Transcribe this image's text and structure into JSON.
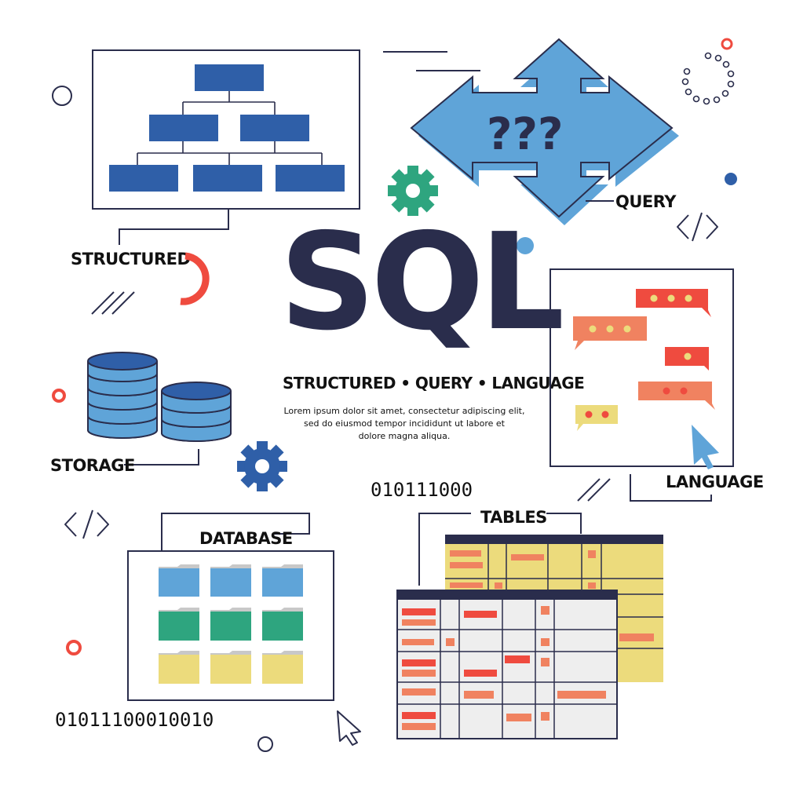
{
  "colors": {
    "navy": "#2a2d4c",
    "blue": "#2f5fa8",
    "light_blue": "#5fa4d8",
    "green": "#2ea57f",
    "red": "#ef4b3f",
    "orange": "#f08260",
    "yellow": "#ecdb7c"
  },
  "title": "SQL",
  "subtitle": "STRUCTURED • QUERY • LANGUAGE",
  "description": [
    "Lorem ipsum dolor sit amet, consectetur adipiscing elit,",
    "sed do eiusmod tempor incididunt ut labore et",
    "dolore magna aliqua."
  ],
  "labels": {
    "structured": "STRUCTURED",
    "query": "QUERY",
    "storage": "STORAGE",
    "language": "LANGUAGE",
    "database": "DATABASE",
    "tables": "TABLES"
  },
  "query_marks": "???",
  "binary": {
    "top": "010111000",
    "bottom": "0101110001001​0"
  },
  "code_symbol": "</>",
  "icons": [
    "hierarchy-icon",
    "arrows-icon",
    "gear-icon",
    "database-icon",
    "chat-icon",
    "cursor-icon",
    "folder-icon",
    "table-icon",
    "code-icon"
  ]
}
